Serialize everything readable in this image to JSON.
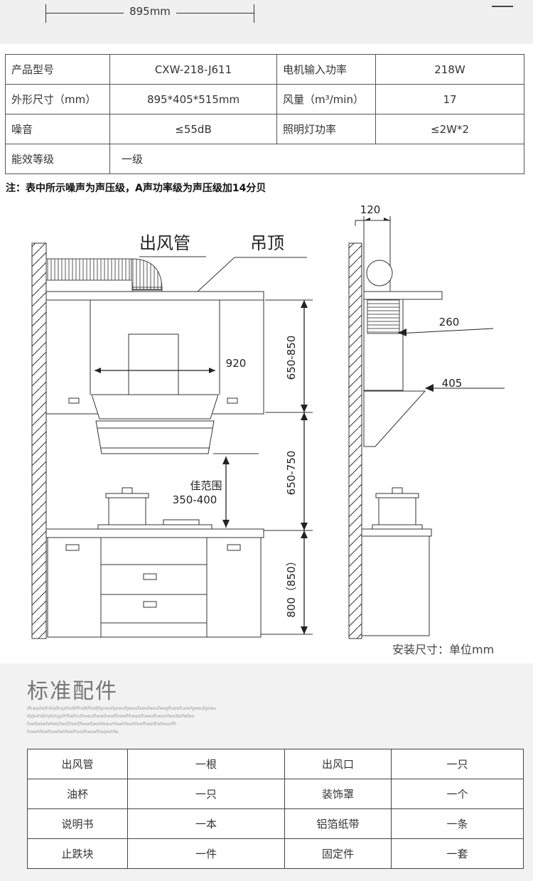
{
  "top_dimension": "895mm",
  "specs": [
    [
      "产品型号",
      "CXW-218-J611",
      "电机输入功率",
      "218W"
    ],
    [
      "外形尺寸（mm）",
      "895*405*515mm",
      "风量（m³/min）",
      "17"
    ],
    [
      "噪音",
      "≤55dB",
      "照明灯功率",
      "≤2W*2"
    ],
    [
      "能效等级",
      "一级"
    ]
  ],
  "note": "注：表中所示噪声为声压级，A声功率级为声压级加14分贝",
  "diagram": {
    "label_duct": "出风管",
    "label_ceiling": "吊顶",
    "width_920": "920",
    "dim_cabinet_height": "650-850",
    "dim_hood_to_counter": "650-750",
    "best_range_title": "佳范围",
    "best_range_value": "350-400",
    "dim_counter": "800（850）",
    "side_120": "120",
    "side_260": "260",
    "side_405": "405",
    "unit_caption": "安装尺寸：单位mm"
  },
  "section_title": "标准配件",
  "filler_lines": [
    "dhasjdsdhdsjdhsjdhsdkfhsdkfhsdjfgowufgowufgwaufawufweufwegfiuewfuewfgweufgowu",
    "dsjkshdkhjdshjgdhftwfnuthewufhewthewfthewfthweofhweofhweoifweifwifwfeo",
    "fewfjwkefwfwkjfwefjfewfjfeewfjwehfewuhfewhfwehfewfhweiftwfweoifh",
    "fowehfewfhewfwhfewfheiofheowfhwpiehfw"
  ],
  "parts": [
    [
      "出风管",
      "一根",
      "出风口",
      "一只"
    ],
    [
      "油杯",
      "一只",
      "装饰罩",
      "一个"
    ],
    [
      "说明书",
      "一本",
      "铝箔纸带",
      "一条"
    ],
    [
      "止跌块",
      "一件",
      "固定件",
      "一套"
    ]
  ]
}
